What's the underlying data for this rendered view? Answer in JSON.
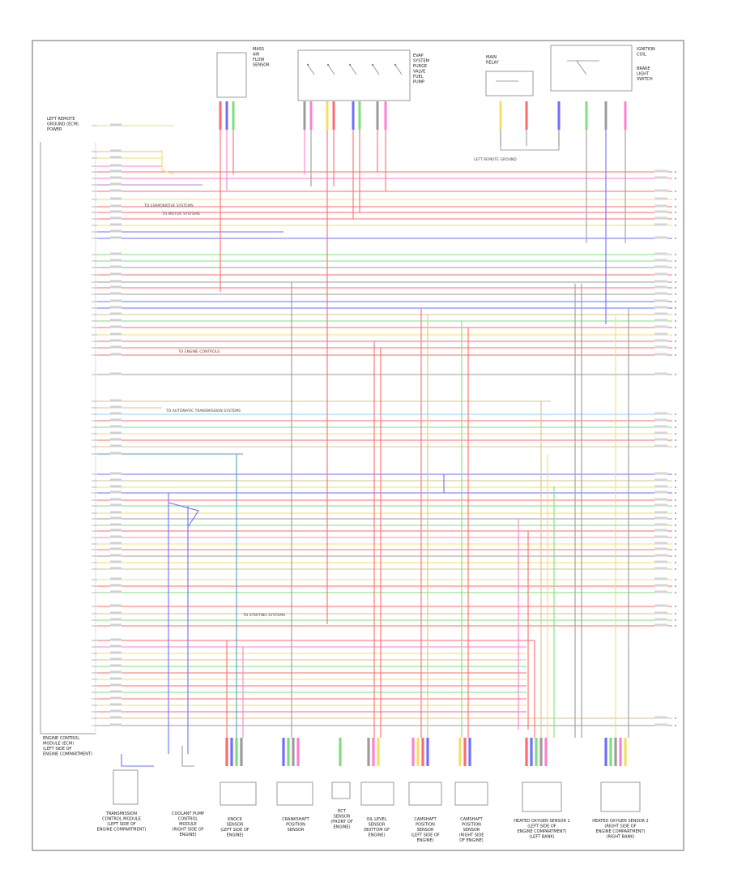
{
  "diagram": {
    "footer_code": "",
    "ecm_label": [
      "ENGINE CONTROL",
      "MODULE (ECM)",
      "(LEFT SIDE OF",
      "ENGINE COMPARTMENT)"
    ],
    "left_ref_label": [
      "LEFT REMOTE",
      "GROUND (ECM)",
      "POWER"
    ],
    "top_components": [
      {
        "id": "maf",
        "label": [
          "MASS",
          "AIR",
          "FLOW",
          "SENSOR"
        ]
      },
      {
        "id": "evap",
        "label": [
          "EVAP",
          "SYSTEM",
          "PURGE",
          "VALVE"
        ]
      },
      {
        "id": "fuel",
        "label": [
          "FUEL",
          "PUMP"
        ]
      },
      {
        "id": "relay",
        "label": [
          "MAIN",
          "RELAY"
        ]
      },
      {
        "id": "ignition",
        "label": [
          "IGNITION",
          "COIL"
        ]
      },
      {
        "id": "brake",
        "label": [
          "BRAKE",
          "LIGHT",
          "SWITCH"
        ]
      }
    ],
    "bottom_components": [
      {
        "id": "tcm",
        "label": [
          "TRANSMISSION",
          "CONTROL MODULE",
          "(LEFT SIDE OF",
          "ENGINE COMPARTMENT)"
        ]
      },
      {
        "id": "ccm",
        "label": [
          "COOLANT PUMP",
          "CONTROL",
          "MODULE",
          "(RIGHT SIDE OF",
          "ENGINE)"
        ]
      },
      {
        "id": "kick",
        "label": [
          "KNOCK",
          "SENSOR",
          "(LEFT SIDE OF",
          "ENGINE)"
        ]
      },
      {
        "id": "crank",
        "label": [
          "CRANKSHAFT",
          "POSITION",
          "SENSOR"
        ]
      },
      {
        "id": "ect",
        "label": [
          "ECT",
          "SENSOR",
          "(FRONT OF",
          "ENGINE)"
        ]
      },
      {
        "id": "oil",
        "label": [
          "OIL LEVEL",
          "SENSOR",
          "(BOTTOM OF",
          "ENGINE)"
        ]
      },
      {
        "id": "camshaft1",
        "label": [
          "CAMSHAFT",
          "POSITION",
          "SENSOR",
          "(LEFT SIDE OF",
          "ENGINE)"
        ]
      },
      {
        "id": "camshaft2",
        "label": [
          "CAMSHAFT",
          "POSITION",
          "SENSOR",
          "(RIGHT SIDE",
          "OF ENGINE)"
        ]
      },
      {
        "id": "ho2s1",
        "label": [
          "HEATED OXYGEN SENSOR 1",
          "(LEFT SIDE OF",
          "ENGINE COMPARTMENT)",
          "(LEFT BANK)"
        ]
      },
      {
        "id": "ho2s2",
        "label": [
          "HEATED OXYGEN SENSOR 2",
          "(RIGHT SIDE OF",
          "ENGINE COMPARTMENT)",
          "(RIGHT BANK)"
        ]
      }
    ],
    "annotations": [
      "TO MOTOR SYSTEMS",
      "TO ENGINE CONTROLS",
      "TO AUTOMATIC TRANSMISSION SYSTEMS",
      "TO EVAPORATIVE SYSTEMS",
      "TO STARTING SYSTEMS",
      "LEFT REMOTE GROUND"
    ]
  }
}
